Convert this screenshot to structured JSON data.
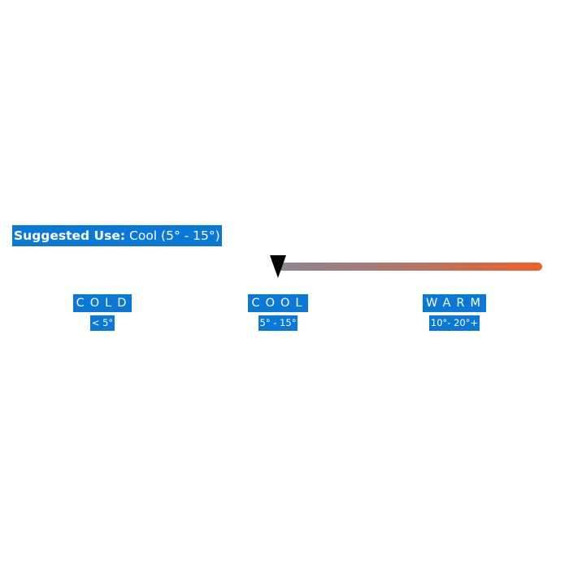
{
  "suggested": {
    "label": "Suggested Use:",
    "value": "Cool (5° - 15°)"
  },
  "scale": {
    "pointer_position": "cool",
    "gradient_colors": [
      "#8a8894",
      "#b77464",
      "#f05f27"
    ],
    "highlight_color": "#0a78d7"
  },
  "categories": [
    {
      "name": "COLD",
      "range": "< 5°"
    },
    {
      "name": "COOL",
      "range": "5° - 15°"
    },
    {
      "name": "WARM",
      "range": "10°- 20°+"
    }
  ]
}
